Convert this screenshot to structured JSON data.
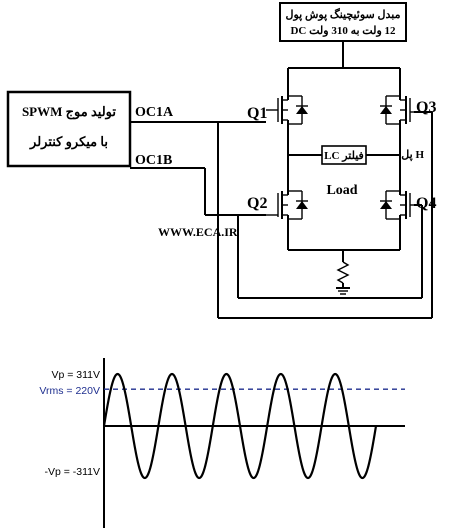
{
  "circuit": {
    "converter_box": {
      "line1": "مبدل سوئیچینگ پوش پول",
      "line2": "12 ولت به 310 ولت DC"
    },
    "spwm_box": {
      "line1": "تولید موج SPWM",
      "line2": "با میکرو کنترلر"
    },
    "signal_a": "OC1A",
    "signal_b": "OC1B",
    "transistors": [
      "Q1",
      "Q2",
      "Q3",
      "Q4"
    ],
    "filter": "فیلتر LC",
    "load": "Load",
    "bridge": "H پل",
    "website": "WWW.ECA.IR"
  },
  "chart_data": {
    "type": "line",
    "title": "",
    "xlabel": "",
    "ylabel": "",
    "y_ticks": [
      "Vp = 311V",
      "Vrms = 220V",
      "-Vp = -311V"
    ],
    "peak": 311,
    "rms": 220,
    "cycles": 5,
    "ylim": [
      -311,
      311
    ]
  },
  "colors": {
    "rms_color": "#1f2f8f",
    "line": "#000000"
  }
}
